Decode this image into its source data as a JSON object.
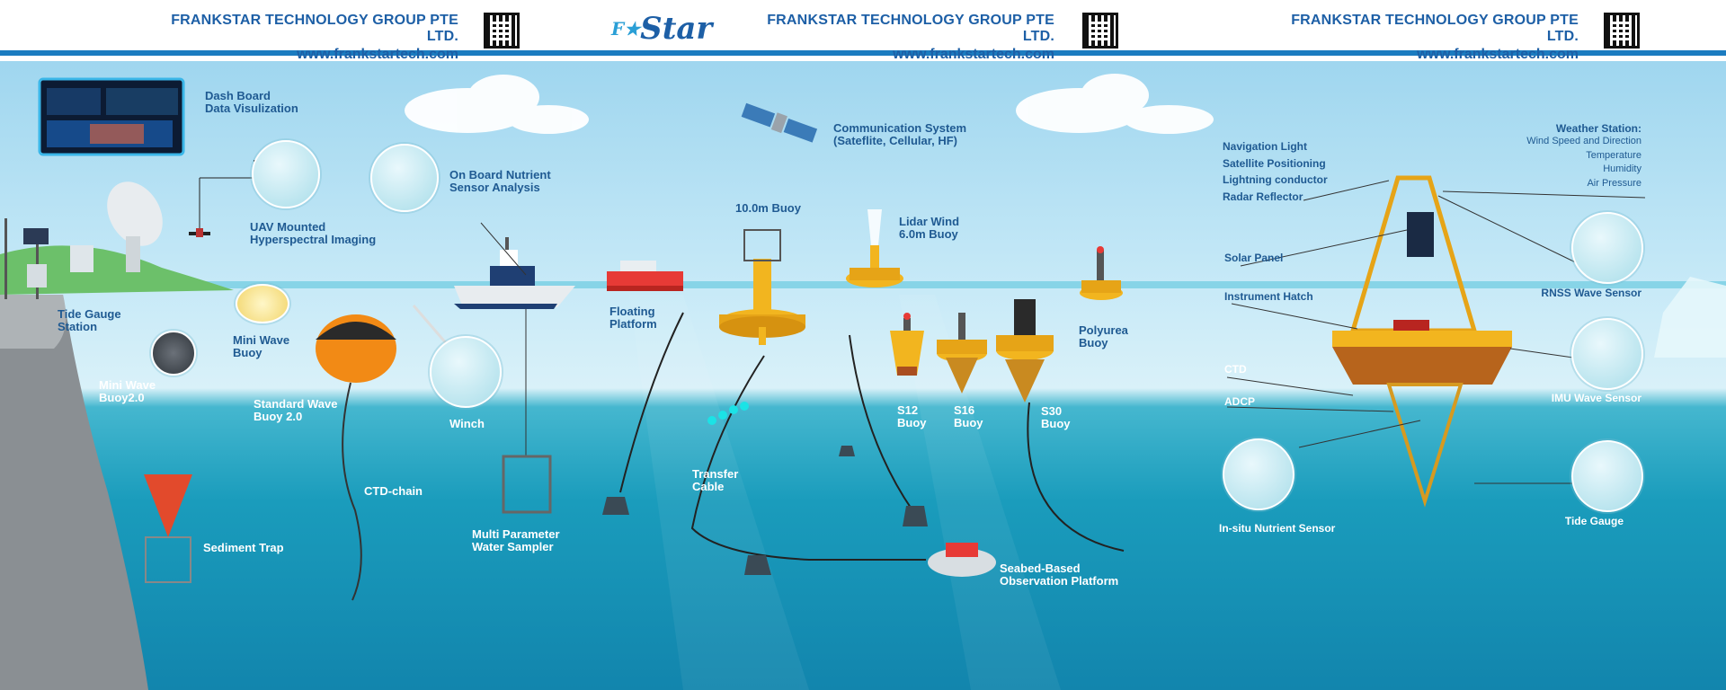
{
  "header": {
    "brands": [
      {
        "company": "FRANKSTAR  TECHNOLOGY GROUP PTE LTD.",
        "site": "www.frankstartech.com"
      },
      {
        "company": "FRANKSTAR  TECHNOLOGY GROUP PTE LTD.",
        "site": "www.frankstartech.com"
      },
      {
        "company": "FRANKSTAR  TECHNOLOGY GROUP PTE LTD.",
        "site": "www.frankstartech.com"
      }
    ],
    "logo": "Star"
  },
  "labels": {
    "dashboard": "Dash Board\nData Visulization",
    "uav": "UAV Mounted\nHyperspectral  Imaging",
    "onboard": "On Board Nutrient\nSensor Analysis",
    "comm": "Communication System\n(Sateflite, Cellular, HF)",
    "buoy10": "10.0m Buoy",
    "lidar": "Lidar Wind\n6.0m Buoy",
    "floating": "Floating\nPlatform",
    "polyurea": "Polyurea\nBuoy",
    "tide_station": "Tide Gauge\nStation",
    "mini_wave": "Mini Wave\nBuoy",
    "mini_wave2": "Mini Wave\nBuoy2.0",
    "std_wave": "Standard Wave\nBuoy 2.0",
    "winch": "Winch",
    "ctd_chain": "CTD-chain",
    "sediment": "Sediment Trap",
    "water_sampler": "Multi Parameter\nWater Sampler",
    "transfer": "Transfer\nCable",
    "s12": "S12\nBuoy",
    "s16": "S16\nBuoy",
    "s30": "S30\nBuoy",
    "seabed": "Seabed-Based\nObservation Platform",
    "nav_list": "Navigation Light\nSatellite Positioning\nLightning conductor\nRadar Reflector",
    "solar": "Solar Panel",
    "hatch": "Instrument Hatch",
    "ctd": "CTD",
    "adcp": "ADCP",
    "insitu": "In-situ Nutrient Sensor",
    "weather_title": "Weather Station:",
    "weather_items": "Wind Speed and Direction\nTemperature\nHumidity\nAir Pressure",
    "rnss": "RNSS Wave Sensor",
    "imu": "IMU Wave Sensor",
    "tide_gauge": "Tide Gauge"
  },
  "icons": [
    "qr-code-icon",
    "satellite-icon",
    "drone-icon",
    "ship-icon",
    "buoy-icon",
    "dish-antenna-icon",
    "solar-panel-icon"
  ],
  "colors": {
    "brand": "#1d5fa6",
    "header_rule": "#1b7cc0",
    "buoy_yellow": "#f2b51f",
    "sea": "#1a9cbc"
  }
}
